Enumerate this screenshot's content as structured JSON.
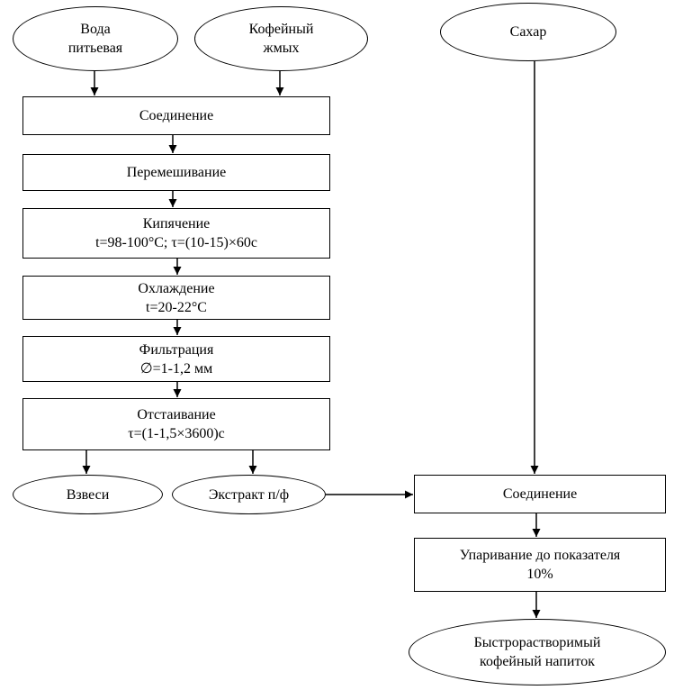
{
  "flowchart": {
    "nodes": {
      "water": {
        "line1": "Вода",
        "line2": "питьевая"
      },
      "coffee_cake": {
        "line1": "Кофейный",
        "line2": "жмых"
      },
      "sugar": {
        "line1": "Сахар"
      },
      "combine1": {
        "line1": "Соединение"
      },
      "mixing": {
        "line1": "Перемешивание"
      },
      "boiling": {
        "line1": "Кипячение",
        "line2": "t=98-100°C; τ=(10-15)×60с"
      },
      "cooling": {
        "line1": "Охлаждение",
        "line2": "t=20-22°C"
      },
      "filtration": {
        "line1": "Фильтрация",
        "line2": "∅=1-1,2 мм"
      },
      "settling": {
        "line1": "Отстаивание",
        "line2": "τ=(1-1,5×3600)с"
      },
      "suspensions": {
        "line1": "Взвеси"
      },
      "extract": {
        "line1": "Экстракт п/ф"
      },
      "combine2": {
        "line1": "Соединение"
      },
      "evaporation": {
        "line1": "Упаривание до показателя",
        "line2": "10%"
      },
      "instant_drink": {
        "line1": "Быстрорастворимый",
        "line2": "кофейный напиток"
      }
    }
  }
}
